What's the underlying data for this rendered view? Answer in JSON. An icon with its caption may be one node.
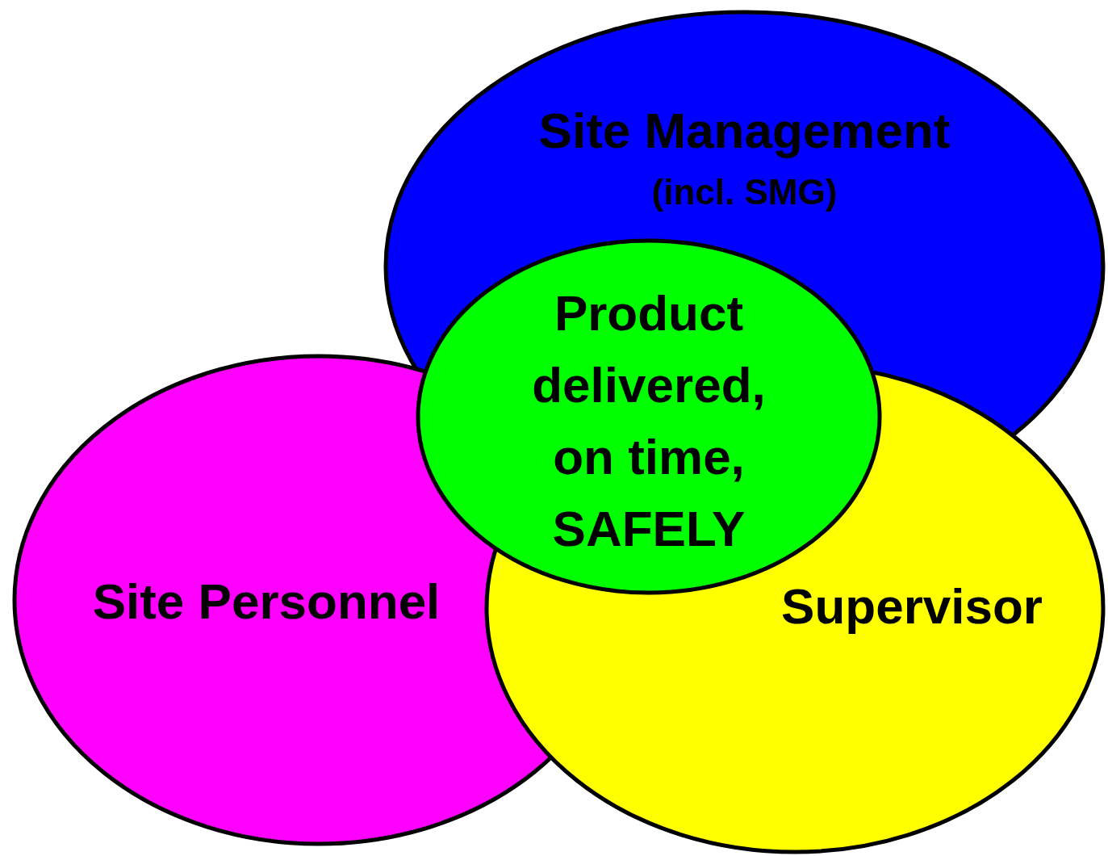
{
  "diagram": {
    "nodes": [
      {
        "text": [
          "Site Management",
          "(incl. SMG)"
        ]
      },
      {
        "text": [
          "Product delivered, on time, SAFELY"
        ]
      },
      {
        "text": [
          "Site Personnel"
        ]
      },
      {
        "text": [
          "Supervisor"
        ]
      }
    ]
  }
}
